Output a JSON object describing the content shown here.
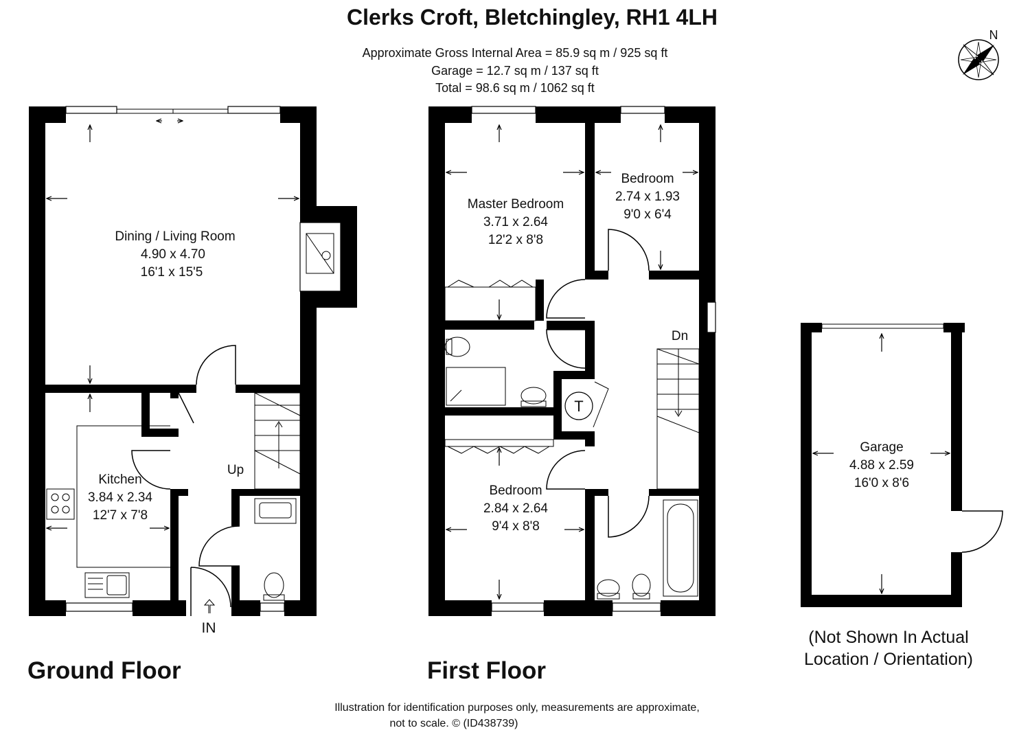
{
  "header": {
    "title": "Clerks Croft, Bletchingley, RH1 4LH",
    "area_lines": [
      "Approximate Gross Internal Area = 85.9 sq m / 925 sq ft",
      "Garage = 12.7 sq m / 137 sq ft",
      "Total = 98.6 sq m / 1062 sq ft"
    ]
  },
  "compass": {
    "label": "N"
  },
  "floors": {
    "ground": {
      "label": "Ground Floor",
      "rooms": {
        "dining": {
          "name": "Dining / Living Room",
          "metric": "4.90 x 4.70",
          "imperial": "16'1 x 15'5"
        },
        "kitchen": {
          "name": "Kitchen",
          "metric": "3.84 x 2.34",
          "imperial": "12'7 x 7'8"
        }
      },
      "stairs_label": "Up",
      "entrance_label": "IN"
    },
    "first": {
      "label": "First Floor",
      "rooms": {
        "master": {
          "name": "Master Bedroom",
          "metric": "3.71 x 2.64",
          "imperial": "12'2 x 8'8"
        },
        "bedroom_small": {
          "name": "Bedroom",
          "metric": "2.74 x 1.93",
          "imperial": "9'0 x 6'4"
        },
        "bedroom": {
          "name": "Bedroom",
          "metric": "2.84 x 2.64",
          "imperial": "9'4 x 8'8"
        }
      },
      "stairs_label": "Dn",
      "tank_label": "T"
    },
    "garage": {
      "name": "Garage",
      "metric": "4.88 x 2.59",
      "imperial": "16'0 x 8'6",
      "note_lines": [
        "(Not Shown In Actual",
        "Location / Orientation)"
      ]
    }
  },
  "footer": {
    "lines": [
      "Illustration for identification purposes only, measurements are approximate,",
      "not to scale.  © (ID438739)"
    ]
  }
}
